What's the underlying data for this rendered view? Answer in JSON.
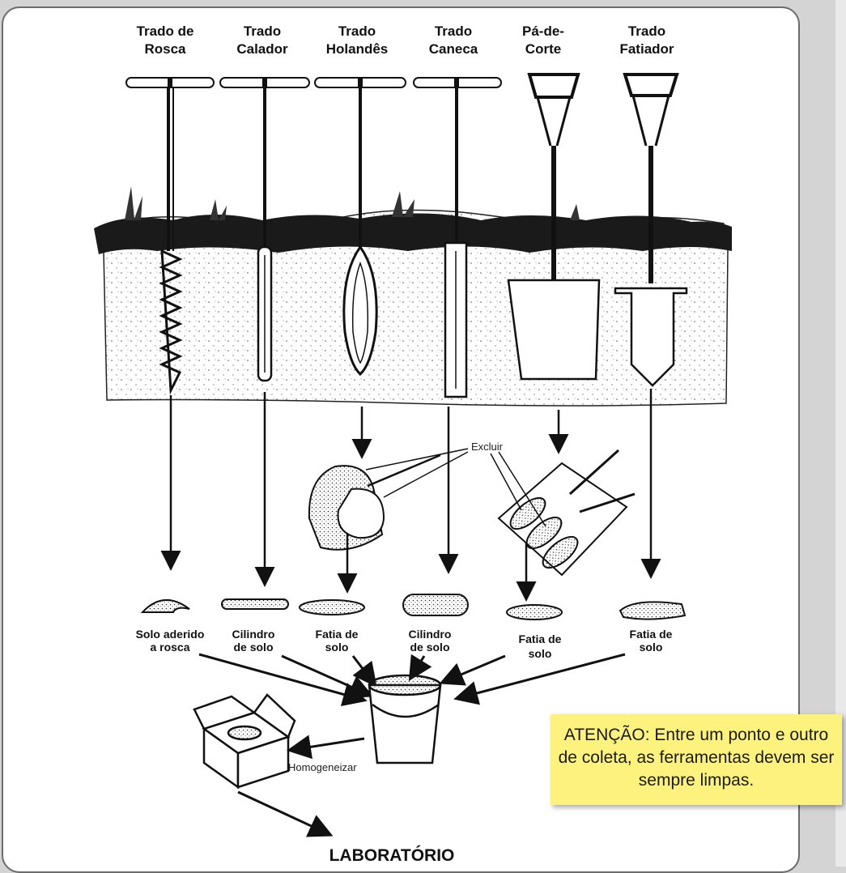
{
  "tools": [
    {
      "line1": "Trado de",
      "line2": "Rosca"
    },
    {
      "line1": "Trado",
      "line2": "Calador"
    },
    {
      "line1": "Trado",
      "line2": "Holandês"
    },
    {
      "line1": "Trado",
      "line2": "Caneca"
    },
    {
      "line1": "Pá-de-",
      "line2": "Corte"
    },
    {
      "line1": "Trado",
      "line2": "Fatiador"
    }
  ],
  "samples": [
    {
      "line1": "Solo aderido",
      "line2": "a rosca"
    },
    {
      "line1": "Cilindro",
      "line2": "de solo"
    },
    {
      "line1": "Fatia de",
      "line2": "solo"
    },
    {
      "line1": "Cilindro",
      "line2": "de solo"
    },
    {
      "line1": "Fatia de",
      "line2": "solo"
    },
    {
      "line1": "Fatia de",
      "line2": "solo"
    }
  ],
  "excluir_label": "Excluir",
  "homogeneizar_label": "Homogeneizar",
  "laboratorio_label": "LABORATÓRIO",
  "note_text": "ATENÇÃO: Entre um ponto e outro de coleta, as ferramentas devem ser sempre limpas.",
  "colors": {
    "note_bg": "#fdf27d",
    "panel_border": "#6b6b6b",
    "background": "#d4d4d4"
  }
}
